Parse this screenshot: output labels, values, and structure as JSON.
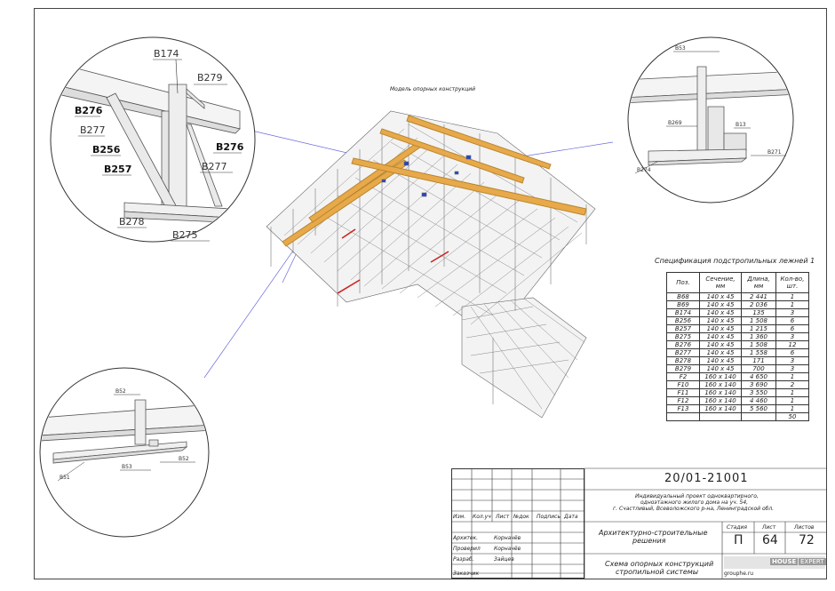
{
  "model_title": "Модель опорных конструкций",
  "detail_labels": {
    "detail1": [
      "B174",
      "B279",
      "B276",
      "B277",
      "B256",
      "B276",
      "B257",
      "B277",
      "B278",
      "B275"
    ],
    "detail2": [
      "B53",
      "B269",
      "B13",
      "B274",
      "B271"
    ],
    "detail3": [
      "B52",
      "B53",
      "B52",
      "B51"
    ]
  },
  "spec": {
    "title": "Спецификация подстропильных лежней 1",
    "headers": [
      "Поз.",
      "Сечение, мм",
      "Длина, мм",
      "Кол-во, шт."
    ],
    "rows": [
      [
        "B68",
        "140 x 45",
        "2 441",
        "1"
      ],
      [
        "B69",
        "140 x 45",
        "2 036",
        "1"
      ],
      [
        "B174",
        "140 x 45",
        "135",
        "3"
      ],
      [
        "B256",
        "140 x 45",
        "1 508",
        "6"
      ],
      [
        "B257",
        "140 x 45",
        "1 215",
        "6"
      ],
      [
        "B275",
        "140 x 45",
        "1 360",
        "3"
      ],
      [
        "B276",
        "140 x 45",
        "1 508",
        "12"
      ],
      [
        "B277",
        "140 x 45",
        "1 558",
        "6"
      ],
      [
        "B278",
        "140 x 45",
        "171",
        "3"
      ],
      [
        "B279",
        "140 x 45",
        "700",
        "3"
      ],
      [
        "F2",
        "160 x 140",
        "4 650",
        "1"
      ],
      [
        "F10",
        "160 x 140",
        "3 690",
        "2"
      ],
      [
        "F11",
        "160 x 140",
        "3 550",
        "1"
      ],
      [
        "F12",
        "160 x 140",
        "4 460",
        "1"
      ],
      [
        "F13",
        "160 x 140",
        "5 560",
        "1"
      ],
      [
        "",
        "",
        "",
        "50"
      ]
    ]
  },
  "title_block": {
    "doc_number": "20/01-21001",
    "project_line1": "Индивидуальный проект однокваpтирного,",
    "project_line2": "одноэтажного жилого дома на уч. 54,",
    "project_line3": "г. Счастливый, Всеволожского р-на, Ленинградской обл.",
    "columns": [
      "Изм.",
      "Кол.уч",
      "Лист",
      "№док",
      "Подпись",
      "Дата"
    ],
    "roles": [
      {
        "role": "Архитек.",
        "name": "Корначёв"
      },
      {
        "role": "Проверил",
        "name": "Корначёв"
      },
      {
        "role": "Разраб.",
        "name": "Зайцев"
      },
      {
        "role": "Заказчик",
        "name": ""
      }
    ],
    "section_name_1": "Архитектурно-строительные",
    "section_name_2": "решения",
    "sheet_name_1": "Схема опорных конструкций",
    "sheet_name_2": "стропильной системы",
    "stage_label": "Стадия",
    "sheet_label": "Лист",
    "sheets_label": "Листов",
    "stage": "П",
    "sheet": "64",
    "sheets": "72",
    "logo_text_1": "HOUSE",
    "logo_text_2": "EXPERT",
    "website": "grouphe.ru"
  }
}
